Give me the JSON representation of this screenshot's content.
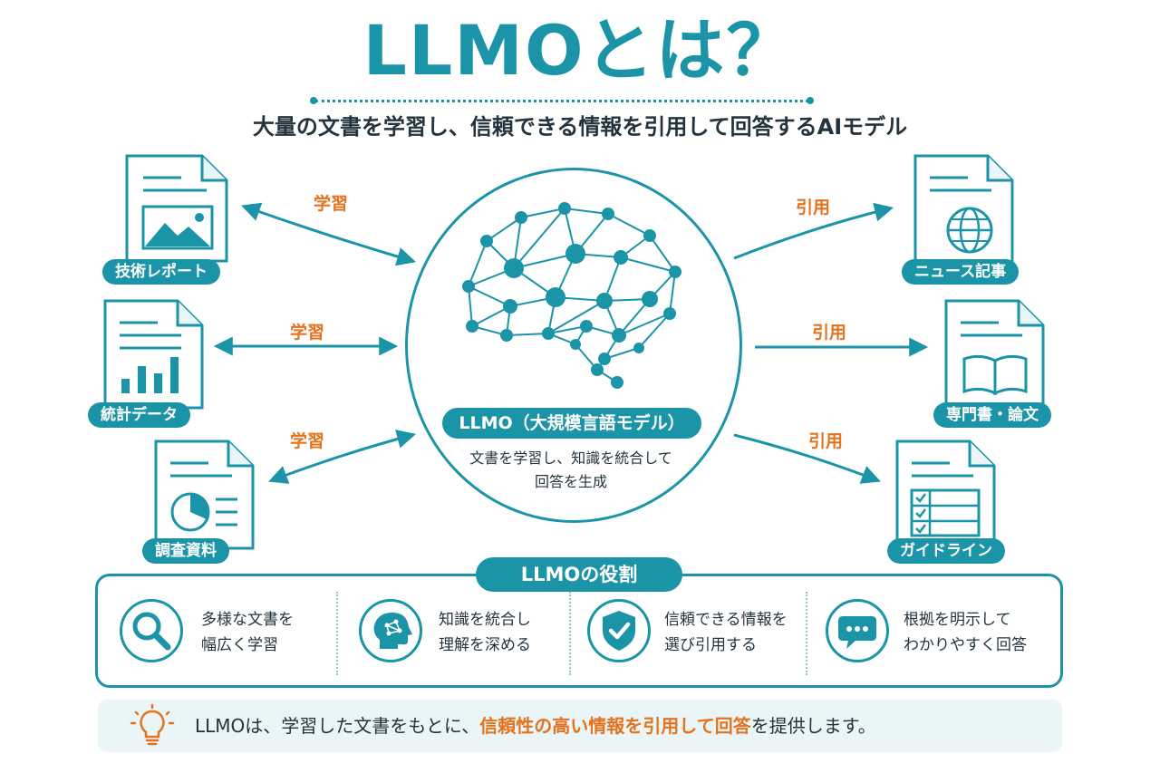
{
  "title": "LLMOとは？",
  "subtitle": "大量の文書を学習し、信頼できる情報を引用して回答するAIモデル",
  "inputs": [
    {
      "label": "技術レポート",
      "arrow_label": "学習",
      "icon": "image-document-icon"
    },
    {
      "label": "統計データ",
      "arrow_label": "学習",
      "icon": "bar-chart-document-icon"
    },
    {
      "label": "調査資料",
      "arrow_label": "学習",
      "icon": "pie-chart-document-icon"
    }
  ],
  "outputs": [
    {
      "label": "ニュース記事",
      "arrow_label": "引用",
      "icon": "globe-document-icon"
    },
    {
      "label": "専門書・論文",
      "arrow_label": "引用",
      "icon": "book-document-icon"
    },
    {
      "label": "ガイドライン",
      "arrow_label": "引用",
      "icon": "checklist-document-icon"
    }
  ],
  "center": {
    "name": "LLMO（大規模言語モデル）",
    "desc_line1": "文書を学習し、知識を統合して",
    "desc_line2": "回答を生成",
    "icon": "brain-network-icon"
  },
  "roles": {
    "title": "LLMOの役割",
    "items": [
      {
        "line1": "多様な文書を",
        "line2": "幅広く学習",
        "icon": "magnifier-icon"
      },
      {
        "line1": "知識を統合し",
        "line2": "理解を深める",
        "icon": "head-brain-icon"
      },
      {
        "line1": "信頼できる情報を",
        "line2": "選び引用する",
        "icon": "shield-check-icon"
      },
      {
        "line1": "根拠を明示して",
        "line2": "わかりやすく回答",
        "icon": "chat-bubble-icon"
      }
    ]
  },
  "summary": {
    "before": "LLMOは、学習した文書をもとに、",
    "highlight": "信頼性の高い情報を引用して回答",
    "after": "を提供します。",
    "icon": "lightbulb-icon"
  },
  "colors": {
    "teal": "#1c94a8",
    "orange": "#e4731e",
    "text": "#23343e"
  }
}
